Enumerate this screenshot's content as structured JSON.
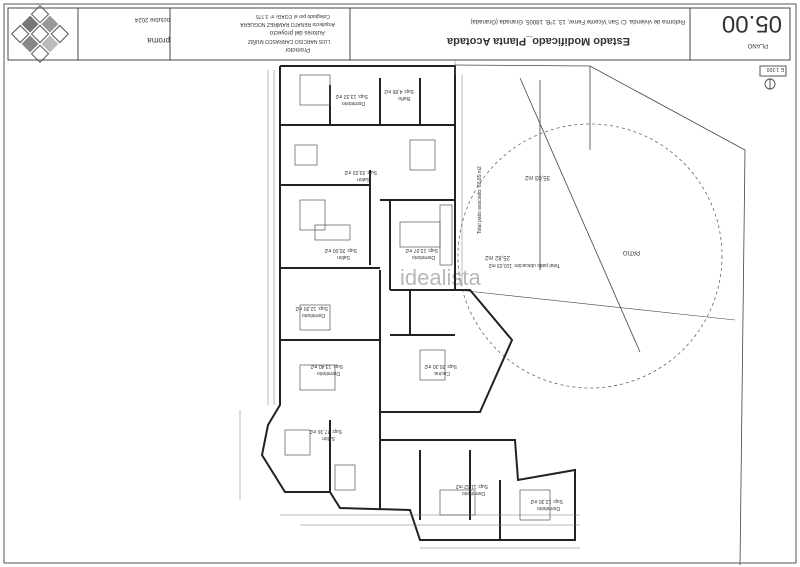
{
  "title_block": {
    "plan_number": "05.00",
    "plan_label": "PLANO",
    "title": "Estado Modificado_Planta Acotada",
    "subtitle": "Reforma de vivienda. C/ San Vicente Ferrer, 13, 1ºB. 18005. Granada (Granada)",
    "scale": "E 1:100",
    "date": "octubre 2024",
    "promoter_label": "Promotor",
    "promoter": "LUIS NARCISO CARRASCO MUÑIZ",
    "authors_label": "Autores del proyecto",
    "architect": "Arquitecto RENATO RAMÍREZ NOGUERA",
    "college": "Colegiado por el COAGr nº 3.775",
    "brand": "proma"
  },
  "rooms": [
    {
      "name": "Dormitorio",
      "area": "Sup: 13,32 m2"
    },
    {
      "name": "Baño",
      "area": "Sup: 4,85 m2"
    },
    {
      "name": "Salón",
      "area": "Sup: 33,03 m2"
    },
    {
      "name": "Salón",
      "area": "Sup: 20,00 m2"
    },
    {
      "name": "Dormitorio",
      "area": "Sup: 12,07 m2"
    },
    {
      "name": "Dormitorio",
      "area": "Sup: 12,20 m2"
    },
    {
      "name": "Cocina",
      "area": "Sup: 20,30 m2"
    },
    {
      "name": "Salón",
      "area": "Sup: 27,16 m2"
    },
    {
      "name": "Dormitorio",
      "area": "Sup: 13,40 m2"
    },
    {
      "name": "Dormitorio",
      "area": "Sup: 11,62 m2"
    },
    {
      "name": "Dormitorio",
      "area": "Sup: 12,30 m2"
    }
  ],
  "patio": {
    "label": "PATIO",
    "area1": "35,03 m2",
    "area2": "25,82 m2",
    "note1": "Total patio asociado: 60,85 m2",
    "note2": "Total patio ubicación: 110,03 m2"
  },
  "watermark": "idealista"
}
